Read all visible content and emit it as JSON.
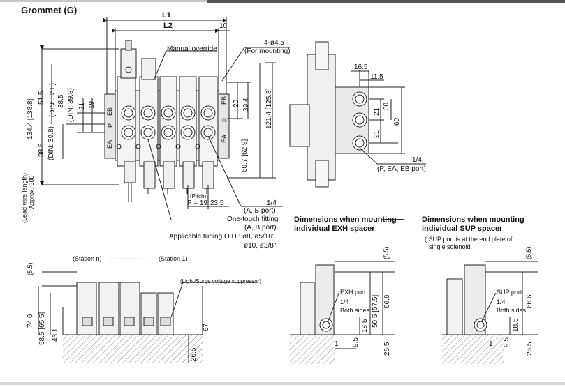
{
  "header": {
    "title": "Grommet (G)"
  },
  "top_view": {
    "L1": "L1",
    "L2": "L2",
    "dim_10": "10",
    "manual_override": "Manual override",
    "mount_holes": "4-ø4.5",
    "mount_note": "(For mounting)",
    "port_EB": "EB",
    "port_P": "P",
    "port_EA": "EA",
    "port_EB_r": "EB",
    "port_P_r": "P",
    "port_EA_r": "EA",
    "left_dims": [
      "134.4 [138.8]",
      "51.5",
      "38.5",
      "(DIN: 52.8)",
      "38.5",
      "(DIN: 39.8)",
      "21",
      "19",
      "(DIN: 39.8)"
    ],
    "right_dims": [
      "20",
      "39.4",
      "121.4 [125.8]",
      "60.7 [62.9]"
    ],
    "lead_wire": "(Lead wire length)",
    "approx": "Approx. 300",
    "pitch": "(Pitch)",
    "p_val": "P = 19",
    "dim_23_5": "23.5",
    "ab_port_size": "1/4",
    "ab_port": "(A, B port)",
    "one_touch": "One-touch fitting",
    "one_touch_ports": "(A, B port)",
    "tubing": "Applicable tubing O.D.: ø8, ø5/16\"",
    "tubing2": "ø10, ø3/8\""
  },
  "side_view": {
    "d16_5": "16.5",
    "d11_5": "11.5",
    "d21a": "21",
    "d30": "30",
    "d21b": "21",
    "d60": "60",
    "port_size": "1/4",
    "ports": "(P, EA, EB port)"
  },
  "front_view": {
    "station_n": "(Station n)",
    "dashes": "------------------",
    "station_1": "(Station 1)",
    "suppressor": "(Light/Surge voltage suppressor)",
    "d5_5": "(5.5)",
    "d74_6": "74.6",
    "d58_5": "58.5 [65.5]",
    "d43_1": "43.1",
    "d26_5": "26.5",
    "d67": "67"
  },
  "exh": {
    "title1": "Dimensions when mounting",
    "title2": "individual EXH spacer",
    "port": "EXH port",
    "size": "1/4",
    "sides": "Both sides",
    "d5_5": "(5.5)",
    "d66_6": "66.6",
    "d50_5": "50.5 [57.5]",
    "d18_5": "18.5",
    "d9_5": "9.5",
    "d1": "1",
    "d26_5": "26.5"
  },
  "sup": {
    "title1": "Dimensions when mounting",
    "title2": "individual SUP spacer",
    "note1": "( SUP port is at the end plate of",
    "note2": "single solenoid.",
    "port": "SUP port",
    "size": "1/4",
    "sides": "Both sides",
    "d5_5": "(5.5)",
    "d66_6": "66.6",
    "d18_5": "18.5",
    "d9_5": "9.5",
    "d1": "1",
    "d26_5": "26.5"
  }
}
